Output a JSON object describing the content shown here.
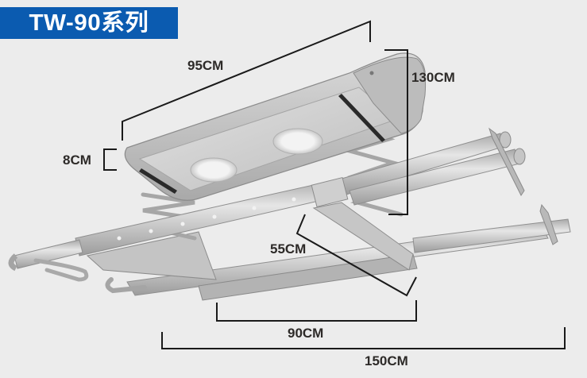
{
  "title": "TW-90系列",
  "colors": {
    "background": "#ececec",
    "banner": "#0b5bb0",
    "banner_text": "#ffffff",
    "dimension_text": "#2d2a28",
    "dimension_line": "#1a1a1a",
    "product_body": "#c9c9c9",
    "led_light": "#f4f4f4"
  },
  "product": {
    "name": "ceiling-mounted electric clothes drying rack",
    "lights": [
      "led-light-1",
      "led-light-2"
    ]
  },
  "dimensions": {
    "top_width": "95CM",
    "lift_height": "130CM",
    "body_thickness": "8CM",
    "rack_depth": "55CM",
    "rack_inner_width": "90CM",
    "rack_total_width": "150CM"
  }
}
